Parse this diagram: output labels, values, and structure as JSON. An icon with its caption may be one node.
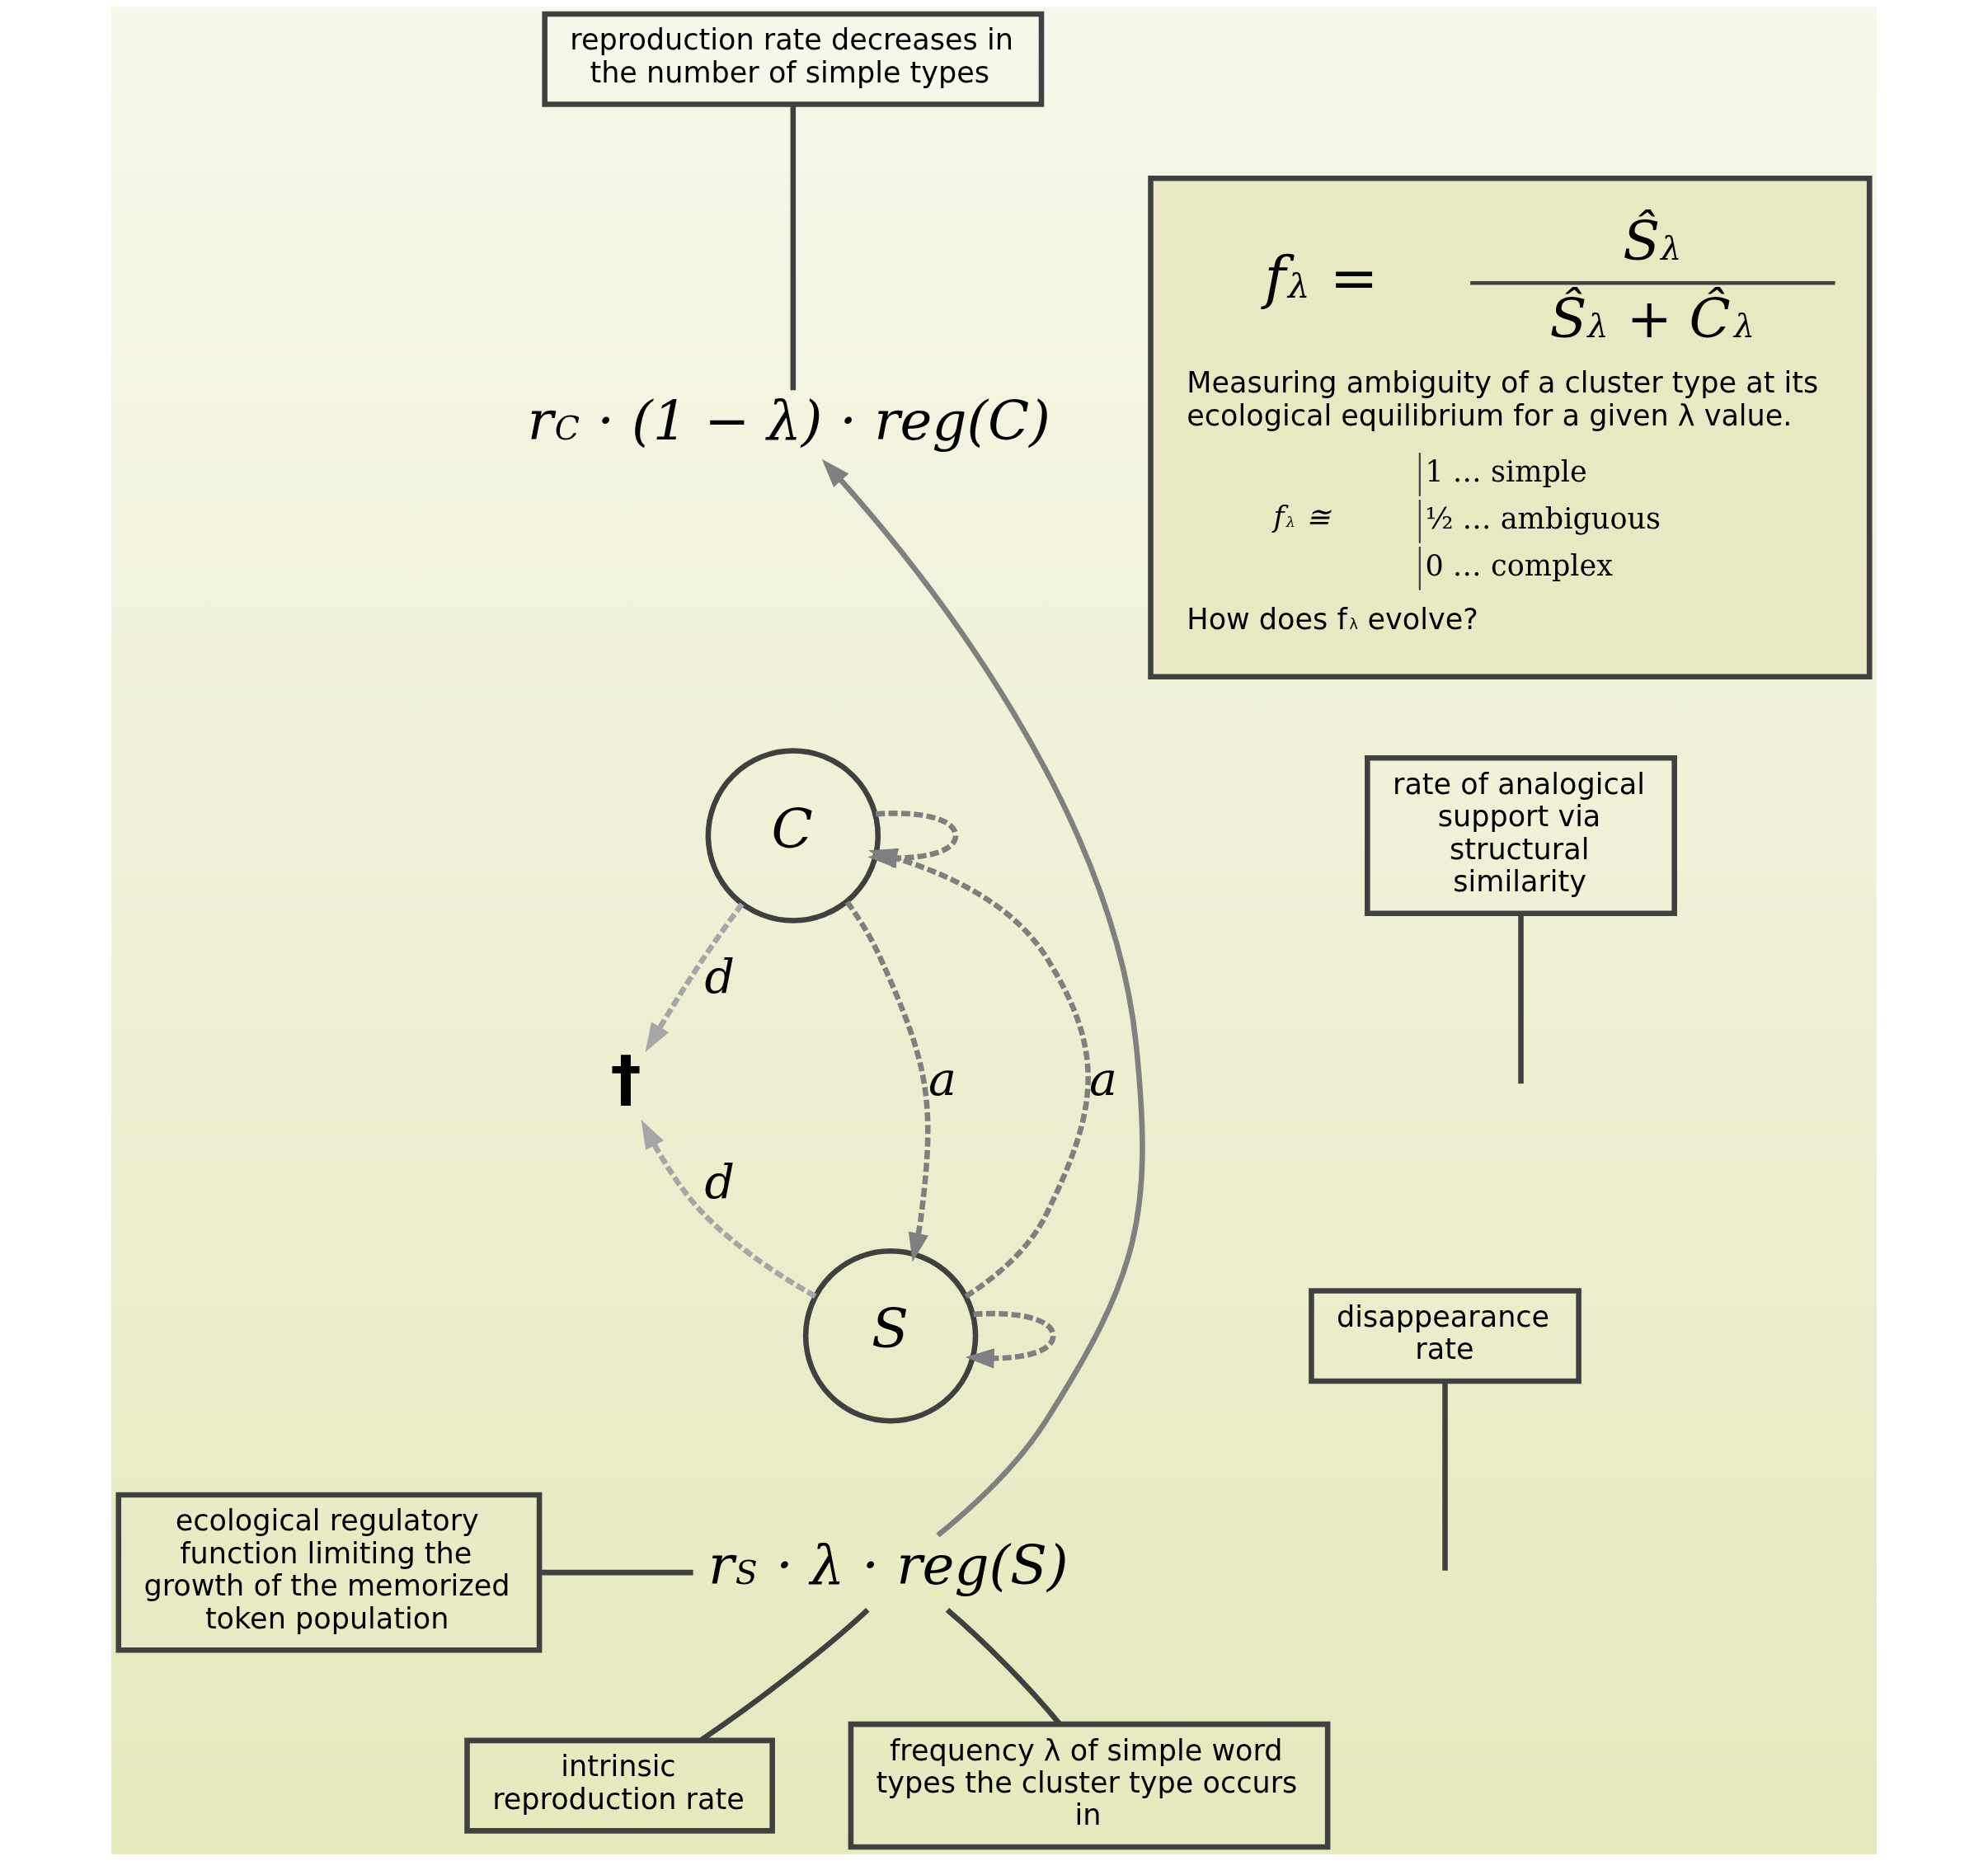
{
  "diagram": {
    "nodes": [
      {
        "text": [
          "reproduction rate decreases in the number of simple types"
        ]
      },
      {
        "text": [
          "r$_{C}$ · (1 − λ) · reg(C)"
        ]
      },
      {
        "text": [
          "f$_{λ}$ =",
          "Ŝ$_{λ}$",
          "Ŝ$_{λ}$ + Ĉ$_{λ}$",
          "Measuring ambiguity of a cluster type at its ecological equilibrium for a given λ value.",
          "f$_{λ}$ ≅",
          "1 … simple",
          "½ … ambiguous",
          "0 … complex",
          "How does f$_{λ}$ evolve?"
        ]
      },
      {
        "text": [
          "C"
        ]
      },
      {
        "text": [
          "rate of analogical support via structural similarity"
        ]
      },
      {
        "text": [
          "†"
        ]
      },
      {
        "text": [
          "disappearance rate"
        ]
      },
      {
        "text": [
          "S"
        ]
      },
      {
        "text": [
          "ecological regulatory function limiting the growth of the memorized token population"
        ]
      },
      {
        "text": [
          "r$_{S}$ · λ · reg(S)"
        ]
      },
      {
        "text": [
          "intrinsic reproduction rate"
        ]
      },
      {
        "text": [
          "frequency λ of simple word types the cluster type occurs in"
        ]
      }
    ],
    "edges": [
      {
        "from": 0,
        "to": 1,
        "arrow": "none"
      },
      {
        "from": 3,
        "to": 3,
        "arrow": "to",
        "style": "dashed",
        "color": "#7f7f7f"
      },
      {
        "from": 4,
        "to": null,
        "arrow": "none"
      },
      {
        "from": 7,
        "to": 3,
        "arrow": "to",
        "label": "a",
        "style": "dashed",
        "color": "#7f7f7f"
      },
      {
        "from": 3,
        "to": 7,
        "arrow": "to",
        "label": "a",
        "style": "dashed",
        "color": "#7f7f7f"
      },
      {
        "from": 3,
        "to": 5,
        "arrow": "to",
        "label": "d",
        "style": "dashed",
        "color": "#a6a6a6"
      },
      {
        "from": 7,
        "to": 5,
        "arrow": "to",
        "label": "d",
        "style": "dashed",
        "color": "#a6a6a6"
      },
      {
        "from": 6,
        "to": null,
        "arrow": "none"
      },
      {
        "from": 7,
        "to": 7,
        "arrow": "to",
        "style": "dashed",
        "color": "#7f7f7f"
      },
      {
        "from": 9,
        "to": 1,
        "arrow": "to",
        "color": "#808080"
      },
      {
        "from": 8,
        "to": 9,
        "arrow": "none"
      },
      {
        "from": 10,
        "to": 9,
        "arrow": "none"
      },
      {
        "from": 11,
        "to": 9,
        "arrow": "none"
      }
    ]
  }
}
